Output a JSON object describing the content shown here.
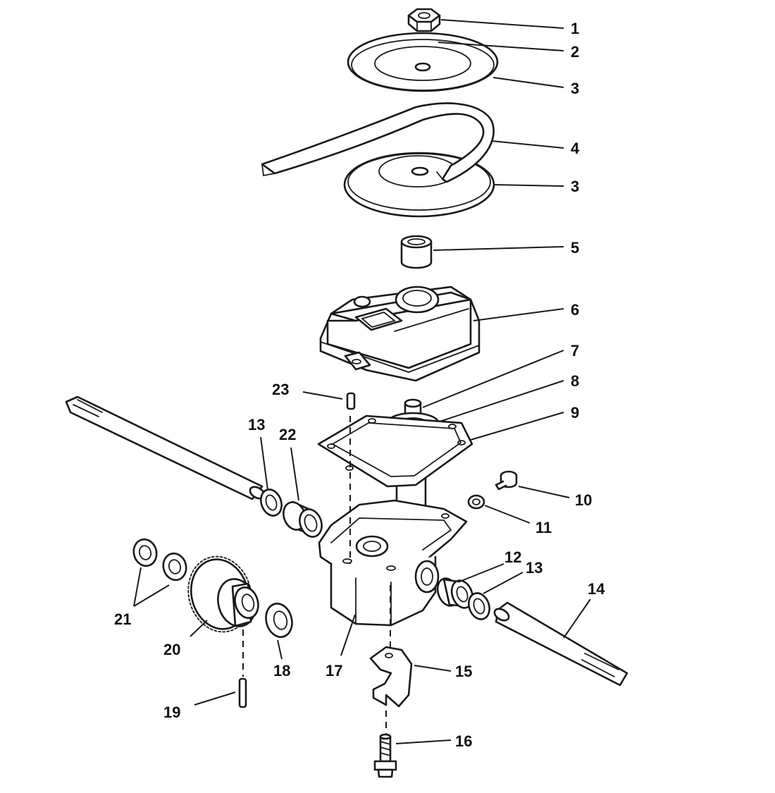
{
  "diagram": {
    "callouts": [
      {
        "id": "c1",
        "text": "1"
      },
      {
        "id": "c2",
        "text": "2"
      },
      {
        "id": "c3a",
        "text": "3"
      },
      {
        "id": "c4",
        "text": "4"
      },
      {
        "id": "c3b",
        "text": "3"
      },
      {
        "id": "c5",
        "text": "5"
      },
      {
        "id": "c6",
        "text": "6"
      },
      {
        "id": "c7",
        "text": "7"
      },
      {
        "id": "c8",
        "text": "8"
      },
      {
        "id": "c9",
        "text": "9"
      },
      {
        "id": "c10",
        "text": "10"
      },
      {
        "id": "c11",
        "text": "11"
      },
      {
        "id": "c12",
        "text": "12"
      },
      {
        "id": "c13a",
        "text": "13"
      },
      {
        "id": "c13b",
        "text": "13"
      },
      {
        "id": "c14",
        "text": "14"
      },
      {
        "id": "c15",
        "text": "15"
      },
      {
        "id": "c16",
        "text": "16"
      },
      {
        "id": "c17",
        "text": "17"
      },
      {
        "id": "c18",
        "text": "18"
      },
      {
        "id": "c19",
        "text": "19"
      },
      {
        "id": "c20",
        "text": "20"
      },
      {
        "id": "c21",
        "text": "21"
      },
      {
        "id": "c22",
        "text": "22"
      },
      {
        "id": "c23",
        "text": "23"
      }
    ]
  }
}
